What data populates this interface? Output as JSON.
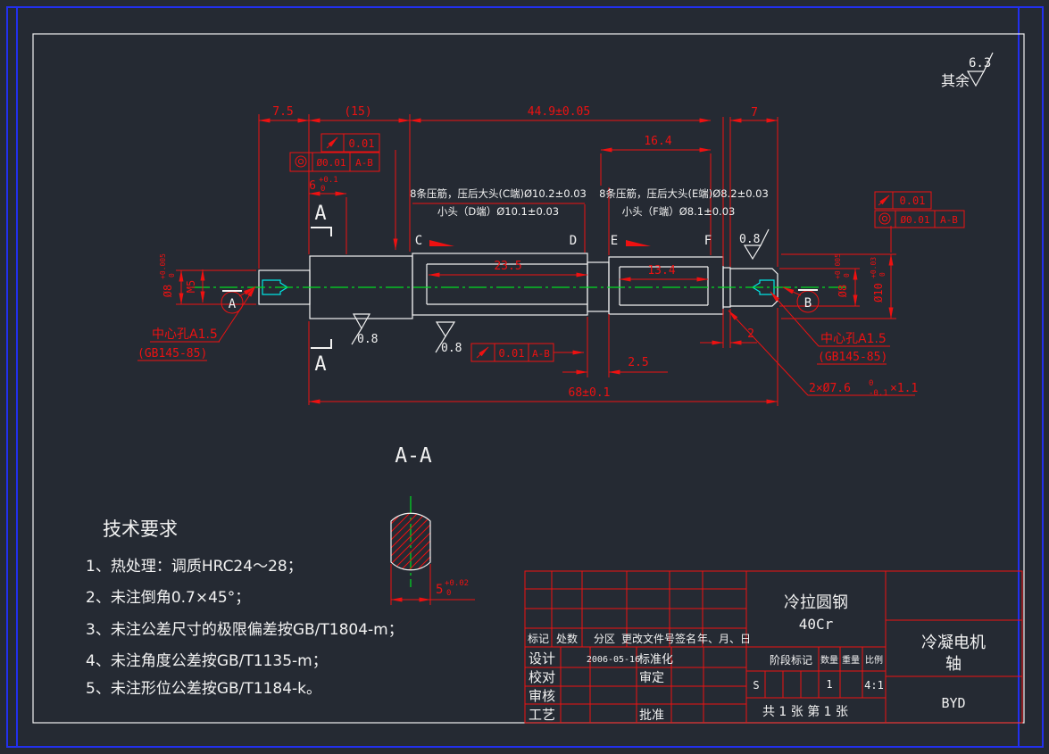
{
  "colors": {
    "bg": "#252a33",
    "red": "#ee1111",
    "white": "#f2f2f2",
    "green": "#00dd22",
    "cyan": "#00e5e5",
    "blue": "#2230ee"
  },
  "surface_default": {
    "prefix": "其余",
    "value": "6.3"
  },
  "roughness": {
    "r1": "0.8",
    "r2": "0.8",
    "r3": "0.8"
  },
  "dims": {
    "len_7_5": "7.5",
    "len_15": "(15)",
    "len_44_9": "44.9±0.05",
    "len_7": "7",
    "len_16_4": "16.4",
    "len_23_5": "23.5",
    "len_13_4": "13.4",
    "len_2_5": "2.5",
    "len_2": "2",
    "len_68": "68±0.1",
    "len_6": "6",
    "len_6_up": "+0.1",
    "len_6_dn": "0",
    "thread": "M5",
    "flat_5": "5",
    "flat_5_up": "+0.02",
    "flat_5_dn": "0"
  },
  "dia": {
    "left_base": "Ø8",
    "left_up": "+0.005",
    "left_dn": "0",
    "right_small_base": "Ø8",
    "right_small_up": "+0.005",
    "right_small_dn": "0",
    "right_large_base": "Ø10",
    "right_large_up": "+0.03",
    "right_large_dn": "0"
  },
  "groove": {
    "base": "2×Ø7.6",
    "up": "0",
    "dn": "-0.1",
    "suffix": "×1.1"
  },
  "fcf": {
    "runout": "0.01",
    "conc": "Ø0.01",
    "datums": "A-B"
  },
  "datum": {
    "a": "A",
    "b": "B"
  },
  "section": {
    "cut_label": "A",
    "title": "A-A"
  },
  "points": {
    "c": "C",
    "d": "D",
    "e": "E",
    "f": "F"
  },
  "center_hole": {
    "line1": "中心孔A1.5",
    "line2": "(GB145-85)"
  },
  "ribs": {
    "cd1": "8条压筋，压后大头(C端)Ø10.2±0.03",
    "cd2": "小头（D端）Ø10.1±0.03",
    "ef1": "8条压筋，压后大头(E端)Ø8.2±0.03",
    "ef2": "小头（F端）Ø8.1±0.03"
  },
  "tech": {
    "title": "技术要求",
    "items": [
      "1、热处理：调质HRC24～28；",
      "2、未注倒角0.7×45°；",
      "3、未注公差尺寸的极限偏差按GB/T1804-m；",
      "4、未注角度公差按GB/T1135-m；",
      "5、未注形位公差按GB/T1184-k。"
    ]
  },
  "title_block": {
    "rev_headers": [
      "标记",
      "处数",
      "分区",
      "更改文件号",
      "签名",
      "年、月、日"
    ],
    "row_labels": [
      "设计",
      "校对",
      "审核",
      "工艺"
    ],
    "mid_labels": [
      "标准化",
      "审定",
      "批准"
    ],
    "date": "2006-05-16",
    "material1": "冷拉圆钢",
    "material2": "40Cr",
    "stage": "阶段标记",
    "qty": "数量",
    "weight": "重量",
    "scale": "比例",
    "stage_val": "S",
    "qty_val": "1",
    "scale_val": "4:1",
    "sheet": "共 1 张  第 1 张",
    "name1": "冷凝电机",
    "name2": "轴",
    "company": "BYD"
  }
}
